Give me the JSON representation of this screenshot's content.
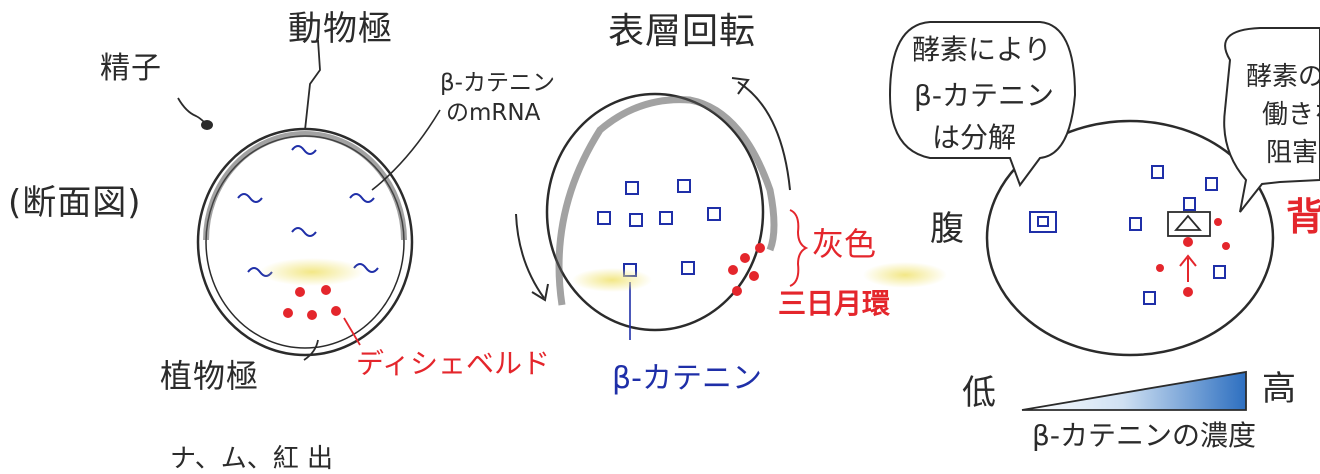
{
  "labels": {
    "sperm": "精子",
    "animal_pole": "動物極",
    "mrna_line1": "β-カテニン",
    "mrna_line2": "のmRNA",
    "cross_section": "(断面図)",
    "vegetal_pole": "植物極",
    "dishevelled": "ディシェベルド",
    "cortical_rotation": "表層回転",
    "gray": "灰色",
    "gray_crescent": "三日月環",
    "beta_catenin": "β-カテニン",
    "bubble1_line1": "酵素により",
    "bubble1_line2": "β-カテニン",
    "bubble1_line3": "は分解",
    "bubble2_line1": "酵素の",
    "bubble2_line2": "働きを",
    "bubble2_line3": "阻害",
    "ventral": "腹",
    "dorsal": "背",
    "low": "低",
    "high": "高",
    "concentration": "β-カテニンの濃度",
    "bottom_partial": "ナ、ム、紅 出"
  },
  "colors": {
    "ink": "#2b2b2b",
    "blue": "#1f2fa8",
    "red": "#e4262c",
    "yellow_glow": "#f4ec9a",
    "gradient_blue": "#2d6fc0"
  }
}
